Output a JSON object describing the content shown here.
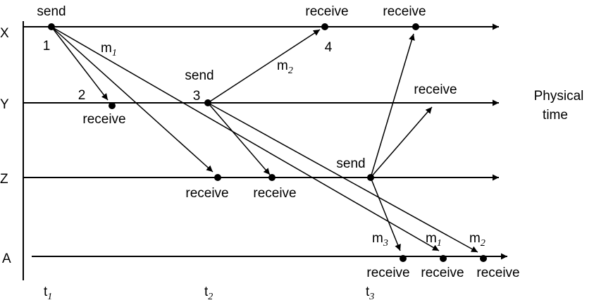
{
  "processes": [
    {
      "id": "X",
      "label": "X"
    },
    {
      "id": "Y",
      "label": "Y"
    },
    {
      "id": "Z",
      "label": "Z"
    },
    {
      "id": "A",
      "label": "A"
    }
  ],
  "physical_time_label": {
    "line1": "Physical",
    "line2": "time"
  },
  "event_labels": {
    "send_x": "send",
    "num_1": "1",
    "receive_x_m2": "receive",
    "num_4": "4",
    "receive_x_z": "receive",
    "send_y": "send",
    "num_3": "3",
    "num_2": "2",
    "receive_y": "receive",
    "receive_y_z": "receive",
    "receive_z_1": "receive",
    "receive_z_2": "receive",
    "send_z": "send",
    "receive_a_1": "receive",
    "receive_a_2": "receive",
    "receive_a_3": "receive"
  },
  "messages": {
    "m1_top": {
      "base": "m",
      "sub": "1"
    },
    "m2_top": {
      "base": "m",
      "sub": "2"
    },
    "m3_a": {
      "base": "m",
      "sub": "3"
    },
    "m1_a": {
      "base": "m",
      "sub": "1"
    },
    "m2_a": {
      "base": "m",
      "sub": "2"
    }
  },
  "time_marks": [
    {
      "base": "t",
      "sub": "1"
    },
    {
      "base": "t",
      "sub": "2"
    },
    {
      "base": "t",
      "sub": "3"
    }
  ]
}
